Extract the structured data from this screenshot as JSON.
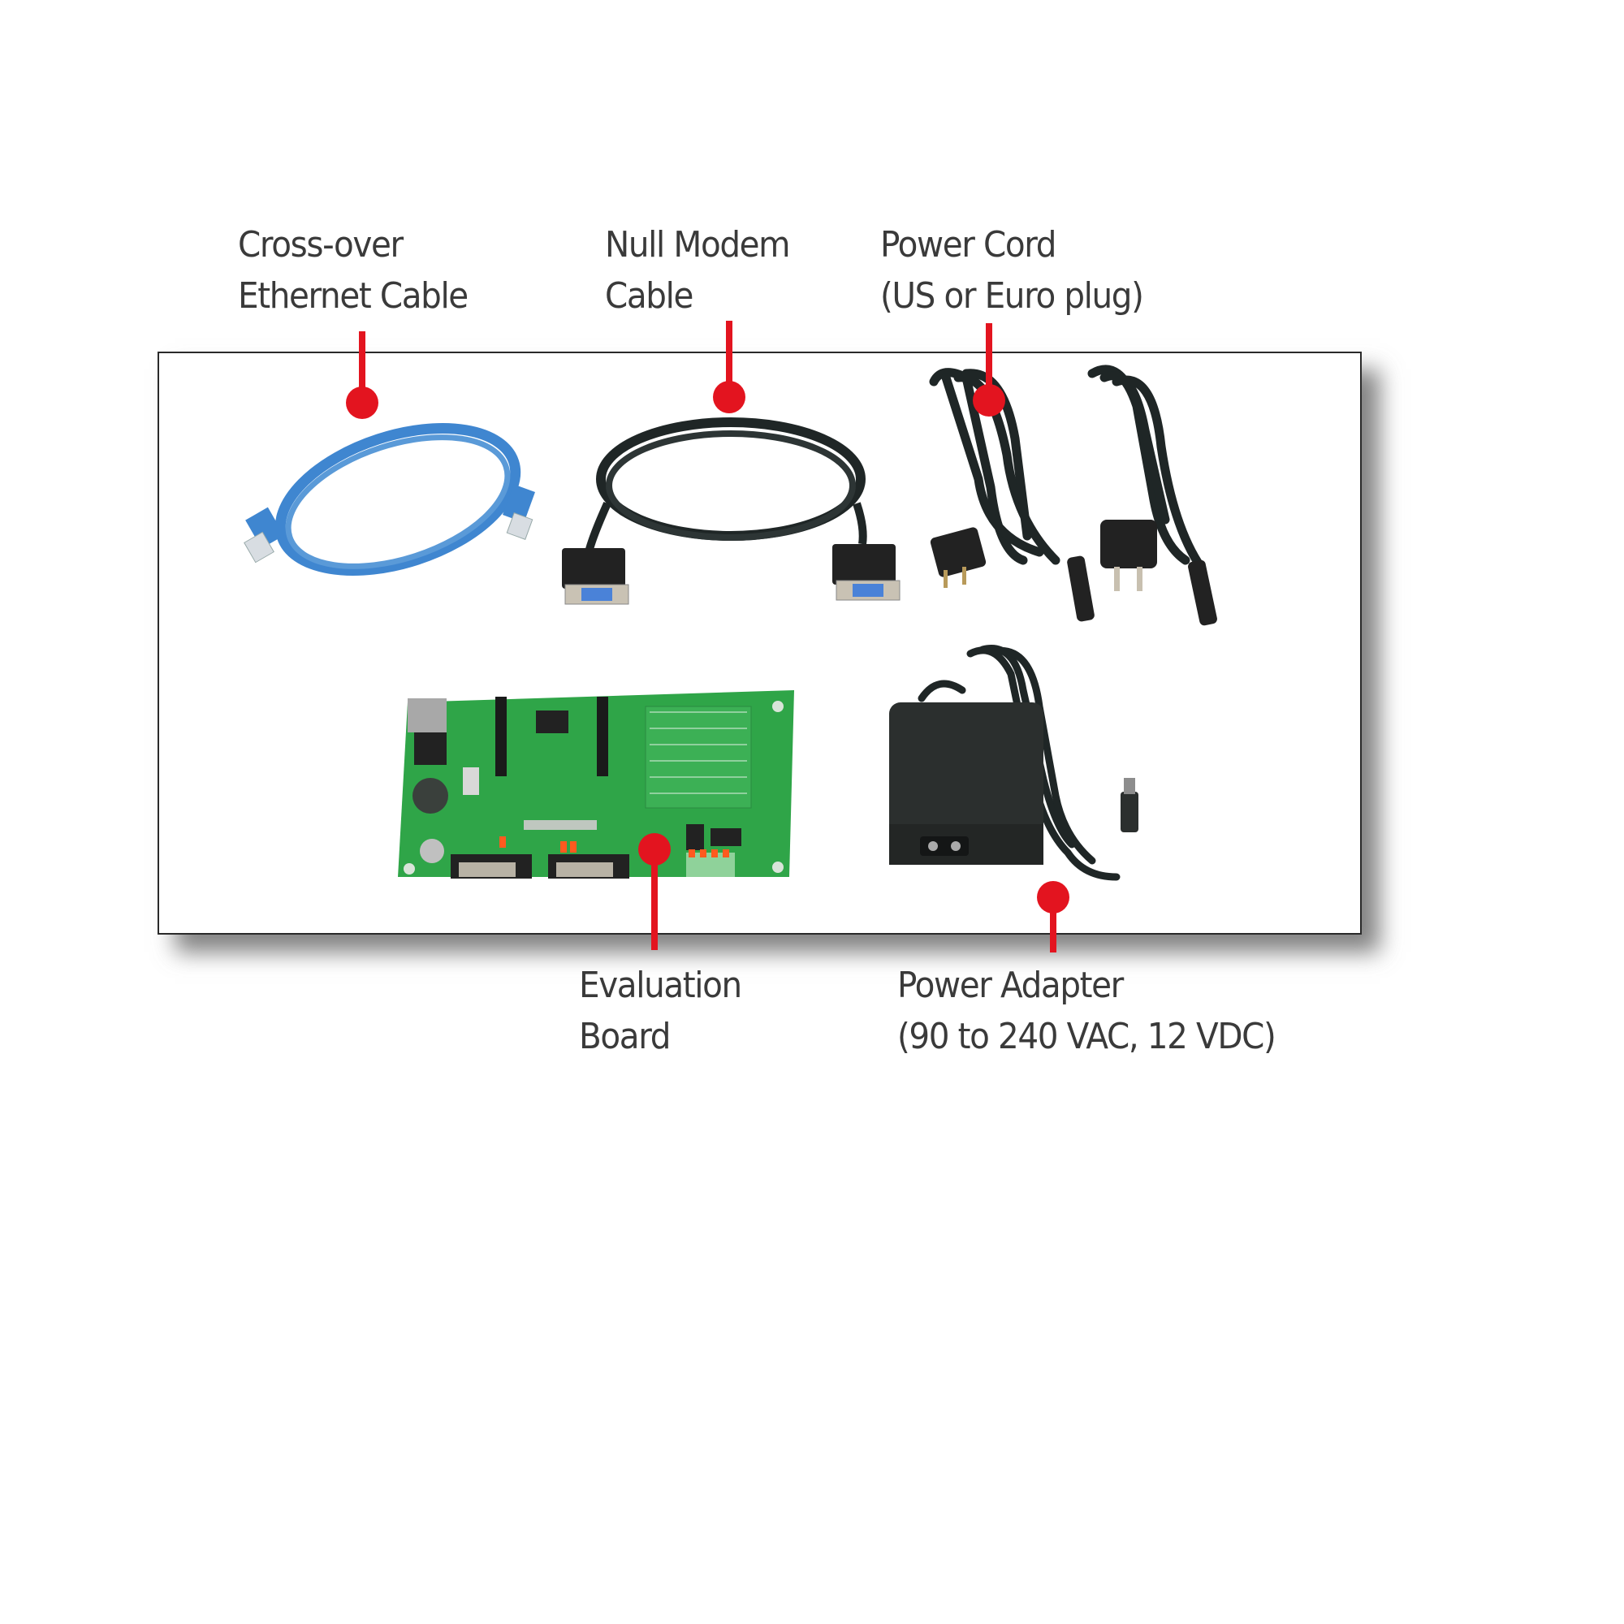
{
  "labels": {
    "ethernet": {
      "line1": "Cross-over",
      "line2": "Ethernet Cable"
    },
    "null_modem": {
      "line1": "Null Modem",
      "line2": "Cable"
    },
    "power_cord": {
      "line1": "Power Cord",
      "line2": "(US or Euro plug)"
    },
    "eval_board": {
      "line1": "Evaluation",
      "line2": "Board"
    },
    "power_adapter": {
      "line1": "Power Adapter",
      "line2": "(90 to 240 VAC, 12 VDC)"
    }
  },
  "colors": {
    "callout_red": "#e3141f",
    "label_text": "#3a3a3a",
    "ethernet_blue": "#3f86d0",
    "cable_black": "#1f2626",
    "pcb_green": "#2fa548"
  }
}
